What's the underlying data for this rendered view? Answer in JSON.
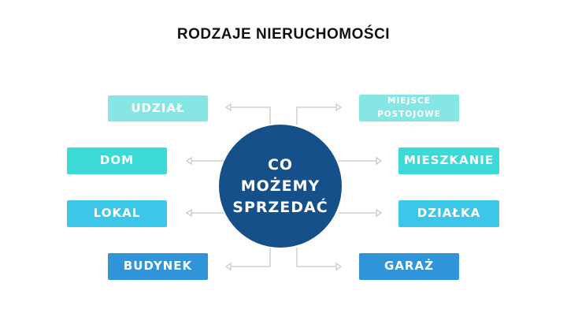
{
  "title": "RODZAJE NIERUCHOMOŚCI",
  "center": {
    "lines": [
      "CO",
      "MOŻEMY",
      "SPRZEDAĆ"
    ],
    "color": "#16508a"
  },
  "left_items": [
    {
      "label": "UDZIAŁ",
      "color": "#86e6e4"
    },
    {
      "label": "DOM",
      "color": "#3dd9d6"
    },
    {
      "label": "LOKAL",
      "color": "#3cc6ea"
    },
    {
      "label": "BUDYNEK",
      "color": "#2f95d8"
    }
  ],
  "right_items": [
    {
      "label_lines": [
        "MIEJSCE",
        "POSTOJOWE"
      ],
      "color": "#86e6e4"
    },
    {
      "label": "MIESZKANIE",
      "color": "#3dd9d6"
    },
    {
      "label": "DZIAŁKA",
      "color": "#3cc6ea"
    },
    {
      "label": "GARAŻ",
      "color": "#2f95d8"
    }
  ],
  "connector_color": "#c8c8c8"
}
